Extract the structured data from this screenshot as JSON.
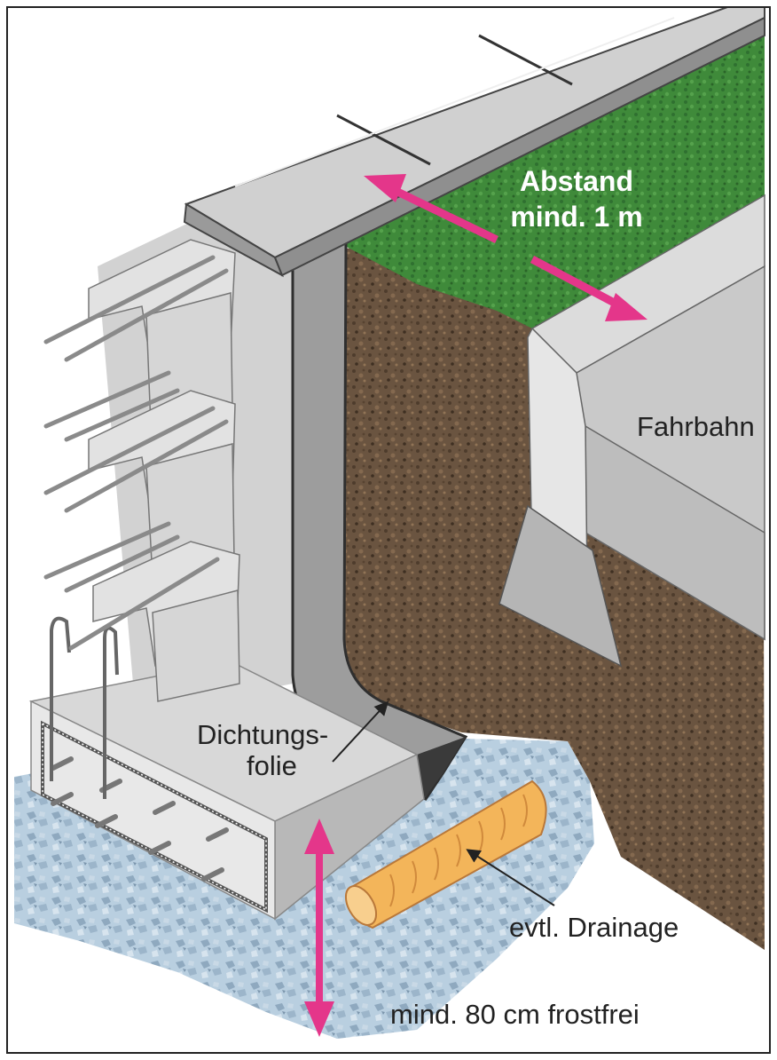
{
  "labels": {
    "distance_line1": "Abstand",
    "distance_line2": "mind. 1 m",
    "road": "Fahrbahn",
    "membrane_line1": "Dichtungs-",
    "membrane_line2": "folie",
    "drainage": "evtl. Drainage",
    "frost": "mind. 80 cm frostfrei"
  },
  "colors": {
    "accent_arrow": "#e4368a",
    "grass": "#3f8a3a",
    "soil": "#6a5440",
    "gravel": "#a9c2d6",
    "concrete": "#d9d9d9",
    "membrane": "#3a3a3a",
    "pipe": "#f3b55a",
    "frame": "#222222"
  }
}
